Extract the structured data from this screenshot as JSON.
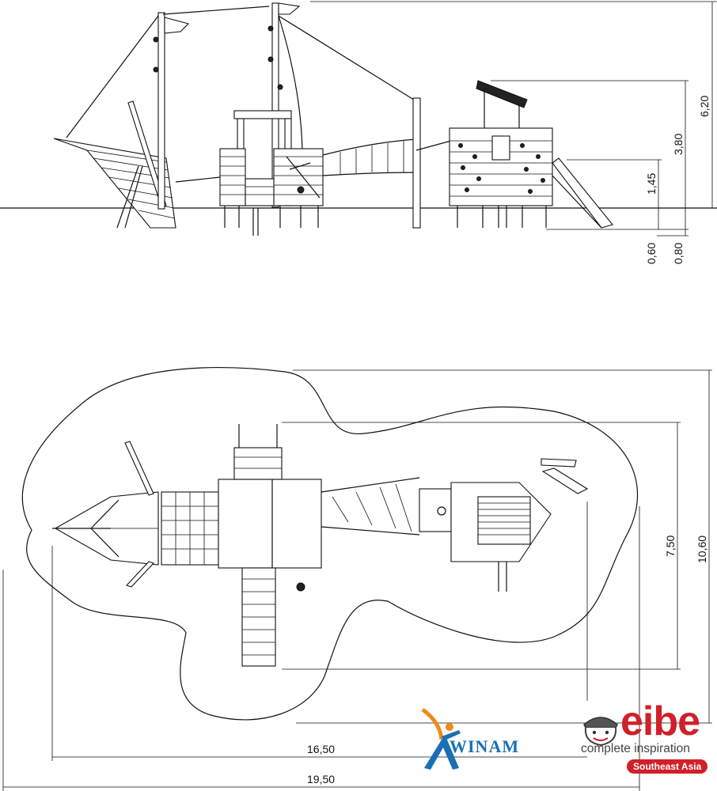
{
  "dimensions": {
    "elevation_total_height": "6,20",
    "elevation_platform_height": "3,80",
    "elevation_deck_height": "1,45",
    "elevation_foundation_a": "0,60",
    "elevation_foundation_b": "0,80",
    "plan_inner_depth": "7,50",
    "plan_outer_depth": "10,60",
    "plan_inner_length": "16,50",
    "plan_outer_length": "19,50"
  },
  "logos": {
    "winam_word": "WINAM",
    "eibe_word": "eibe",
    "eibe_tagline": "complete inspiration",
    "eibe_region": "Southeast Asia"
  },
  "colors": {
    "line": "#111111",
    "eibe_red": "#d0202a",
    "winam_blue": "#1a6fb5",
    "winam_orange": "#f08a1c"
  }
}
